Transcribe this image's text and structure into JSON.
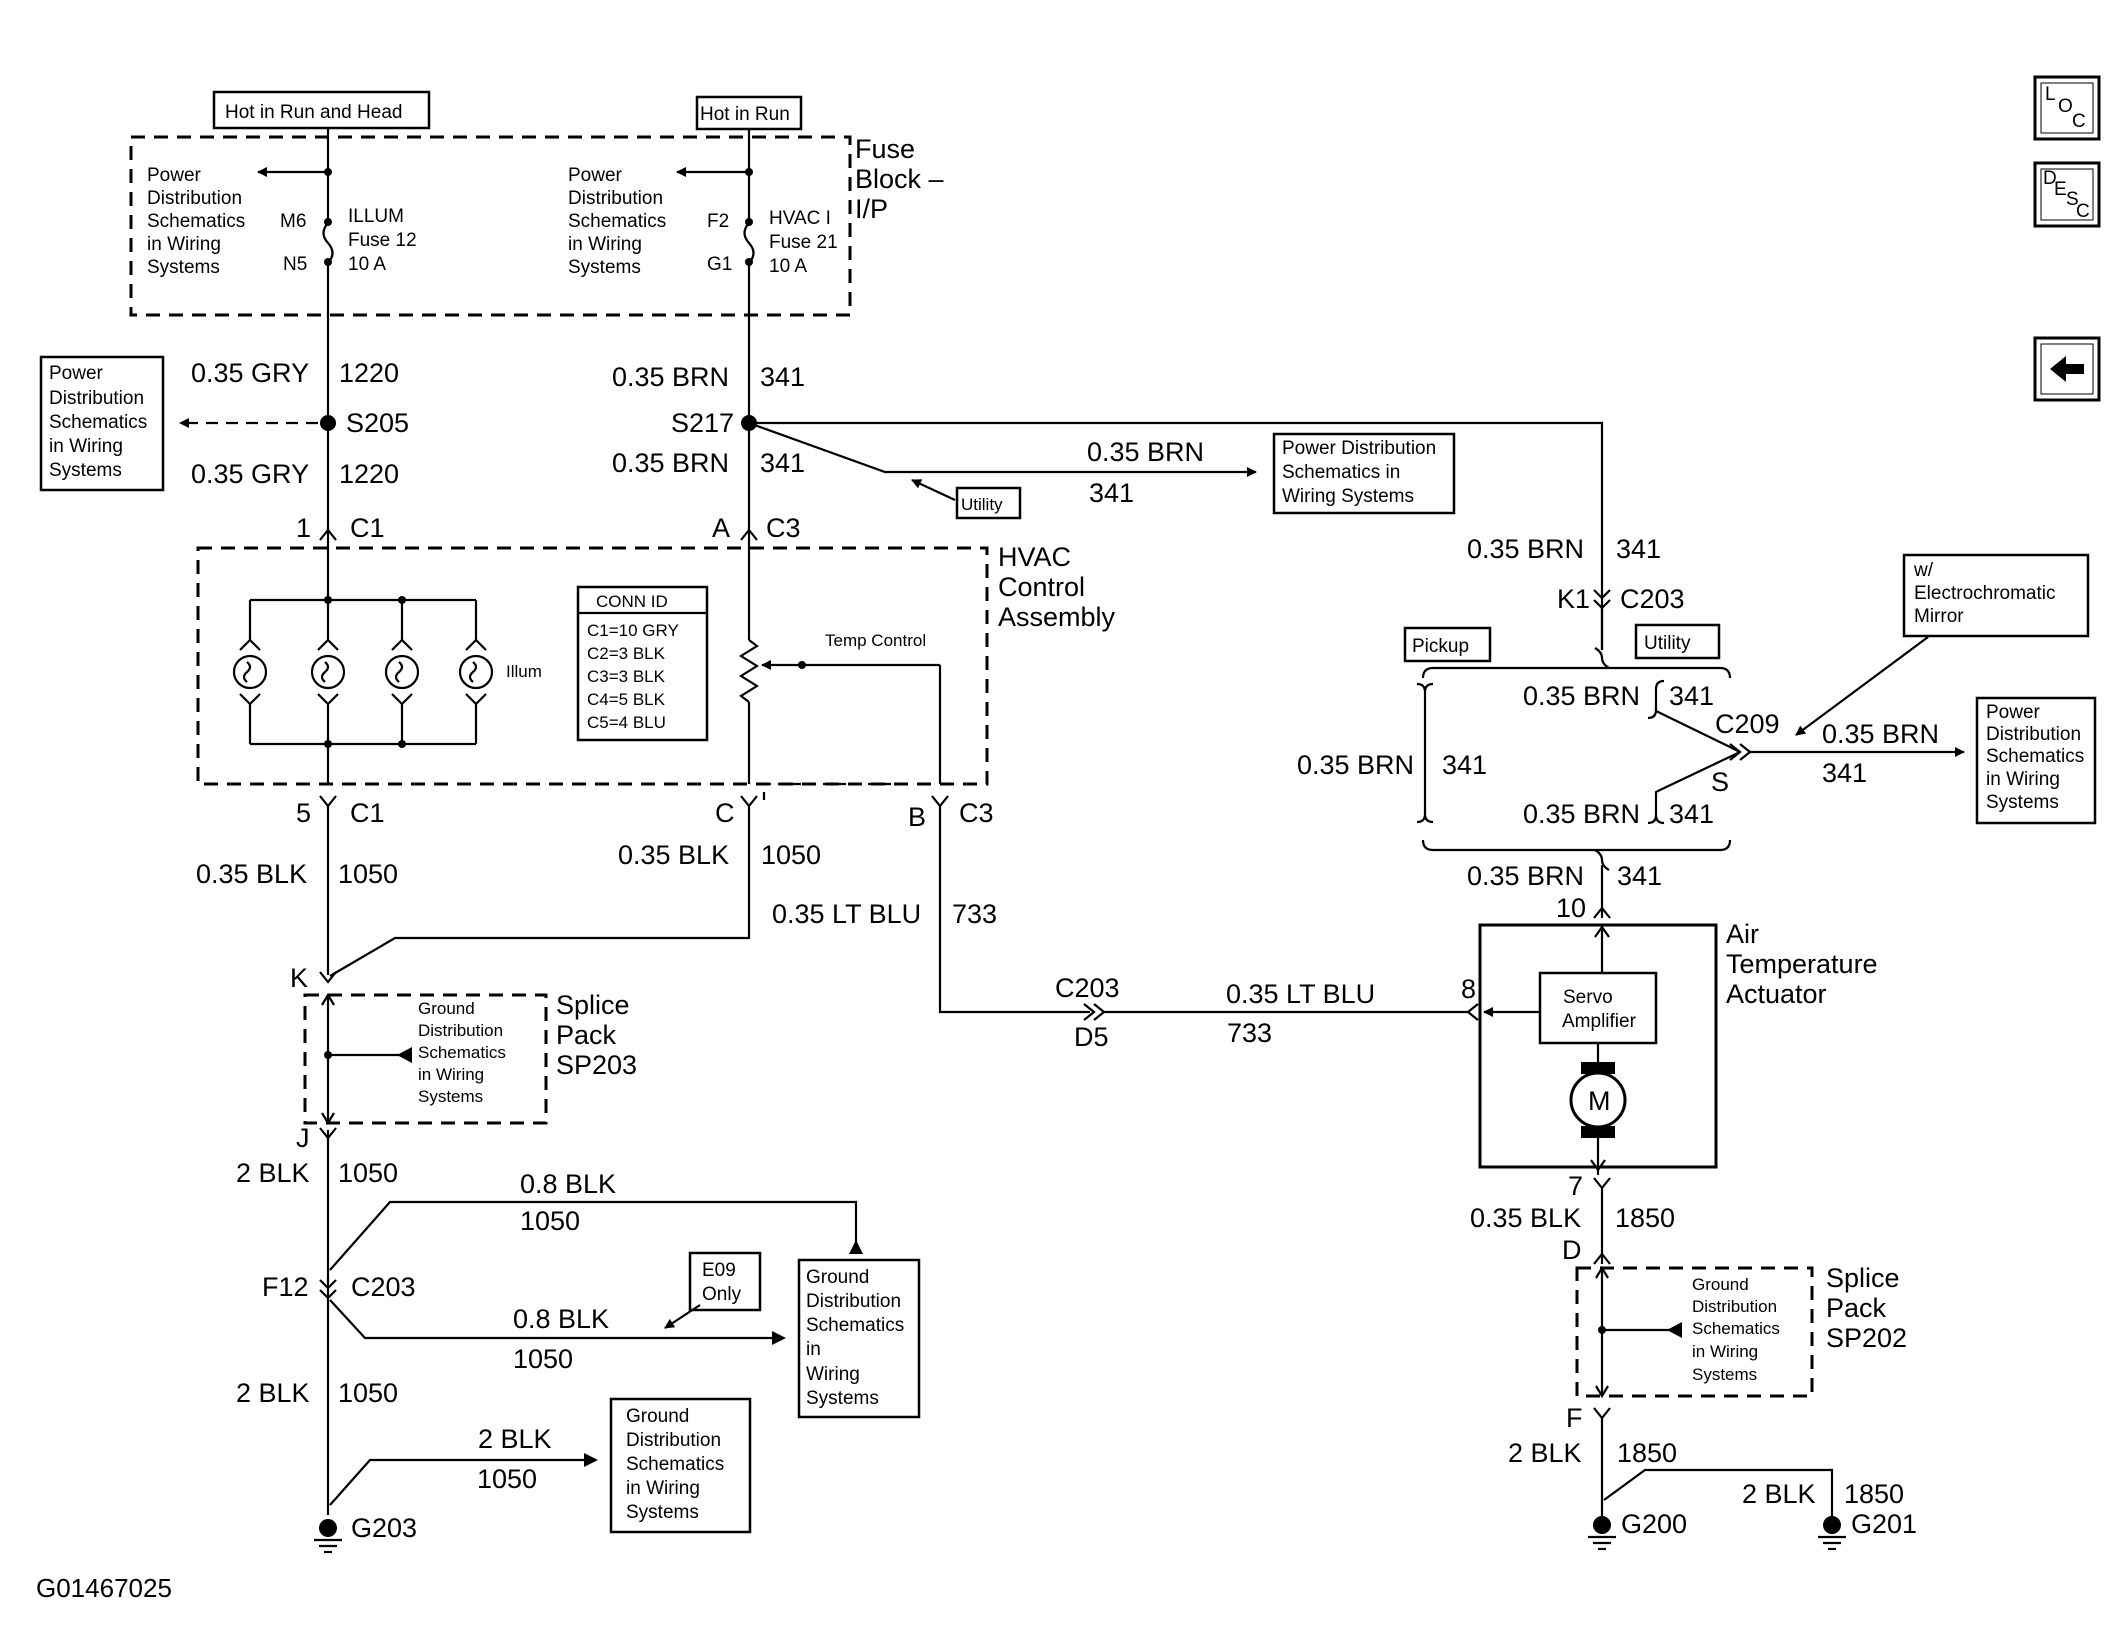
{
  "labels": {
    "hot_run_head": "Hot in Run and Head",
    "hot_run": "Hot in Run",
    "fuse_block": [
      "Fuse",
      "Block –",
      "I/P"
    ],
    "pd_schem_fb1": [
      "Power",
      "Distribution",
      "Schematics",
      "in Wiring",
      "Systems"
    ],
    "pd_schem_fb2": [
      "Power",
      "Distribution",
      "Schematics",
      "in Wiring",
      "Systems"
    ],
    "m6": "M6",
    "n5": "N5",
    "f2": "F2",
    "g1": "G1",
    "illum_fuse": [
      "ILLUM",
      "Fuse 12",
      "10 A"
    ],
    "hvac_fuse": [
      "HVAC I",
      "Fuse 21",
      "10 A"
    ],
    "pd_left": [
      "Power",
      "Distribution",
      "Schematics",
      "in Wiring",
      "Systems"
    ],
    "gry_1": "0.35 GRY",
    "gry_1_c": "1220",
    "s205": "S205",
    "gry_2": "0.35 GRY",
    "gry_2_c": "1220",
    "brn_1": "0.35 BRN",
    "brn_1_c": "341",
    "s217": "S217",
    "brn_2": "0.35 BRN",
    "brn_2_c": "341",
    "brn_h": "0.35 BRN",
    "brn_h_c": "341",
    "utility_1": "Utility",
    "pd_mid": [
      "Power Distribution",
      "Schematics in",
      "Wiring Systems"
    ],
    "c1_pin1": "1",
    "c1_lbl1": "C1",
    "c3_pinA": "A",
    "c3_lblA": "C3",
    "hvac_ctrl": [
      "HVAC",
      "Control",
      "Assembly"
    ],
    "conn_id": [
      "CONN ID",
      "C1=10 GRY",
      "C2=3 BLK",
      "C3=3 BLK",
      "C4=5 BLK",
      "C5=4 BLU"
    ],
    "temp_control": "Temp Control",
    "illum": "Illum",
    "c1_pin5": "5",
    "c1_lbl5": "C1",
    "c3_pinC": "C",
    "c3_pinB": "B",
    "c3_lblB": "C3",
    "blk_1": "0.35 BLK",
    "blk_1_c": "1050",
    "blk_2": "0.35 BLK",
    "blk_2_c": "1050",
    "ltblu_1": "0.35 LT BLU",
    "ltblu_1_c": "733",
    "k_pin": "K",
    "splice_203": [
      "Splice",
      "Pack",
      "SP203"
    ],
    "gd_sp203": [
      "Ground",
      "Distribution",
      "Schematics",
      "in Wiring",
      "Systems"
    ],
    "j_pin": "J",
    "blk2_1": "2 BLK",
    "blk2_1_c": "1050",
    "blk08_1": "0.8 BLK",
    "blk08_1_c": "1050",
    "f12": "F12",
    "c203_f12": "C203",
    "e09": [
      "E09",
      "Only"
    ],
    "blk08_2": "0.8 BLK",
    "blk08_2_c": "1050",
    "gd_mid": [
      "Ground",
      "Distribution",
      "Schematics",
      "in",
      "Wiring",
      "Systems"
    ],
    "blk2_2": "2 BLK",
    "blk2_2_c": "1050",
    "blk2_3": "2 BLK",
    "blk2_3_c": "1050",
    "gd_bottom": [
      "Ground",
      "Distribution",
      "Schematics",
      "in Wiring",
      "Systems"
    ],
    "g203": "G203",
    "figure_id": "G01467025",
    "c203_d5": "C203",
    "d5": "D5",
    "ltblu_2": "0.35 LT BLU",
    "ltblu_2_c": "733",
    "pin8": "8",
    "brn_v1": "0.35 BRN",
    "brn_v1_c": "341",
    "k1": "K1",
    "c203_k1": "C203",
    "pickup": "Pickup",
    "utility_2": "Utility",
    "electrochromic": [
      "w/",
      "Electrochromatic",
      "Mirror"
    ],
    "brn_up": "0.35 BRN",
    "brn_up_c": "341",
    "c209": "C209",
    "brn_out": "0.35 BRN",
    "brn_out_c": "341",
    "pd_right": [
      "Power",
      "Distribution",
      "Schematics",
      "in Wiring",
      "Systems"
    ],
    "brn_left": "0.35 BRN",
    "brn_left_c": "341",
    "s_pin": "S",
    "brn_lo": "0.35 BRN",
    "brn_lo_c": "341",
    "brn_v2": "0.35 BRN",
    "brn_v2_c": "341",
    "pin10": "10",
    "air_temp": [
      "Air",
      "Temperature",
      "Actuator"
    ],
    "servo": [
      "Servo",
      "Amplifier"
    ],
    "motor": "M",
    "pin7": "7",
    "blk_r": "0.35 BLK",
    "blk_r_c": "1850",
    "d_pin": "D",
    "splice_202": [
      "Splice",
      "Pack",
      "SP202"
    ],
    "gd_sp202": [
      "Ground",
      "Distribution",
      "Schematics",
      "in Wiring",
      "Systems"
    ],
    "f_pin": "F",
    "blk2_r1": "2 BLK",
    "blk2_r1_c": "1850",
    "blk2_r2": "2 BLK",
    "blk2_r2_c": "1850",
    "g200": "G200",
    "g201": "G201"
  },
  "nav": {
    "loc": [
      "L",
      "O",
      "C"
    ],
    "desc": [
      "D",
      "E",
      "S",
      "C"
    ]
  }
}
